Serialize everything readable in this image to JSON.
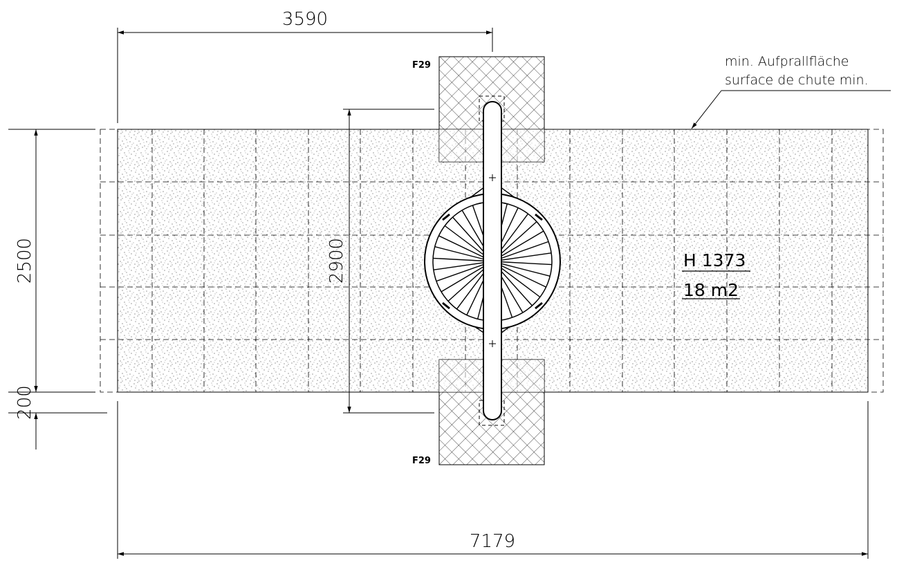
{
  "dimensions": {
    "top_width": "3590",
    "bottom_width": "7179",
    "left_height": "2500",
    "left_offset": "200",
    "inner_height": "2900"
  },
  "callout": {
    "line1": "min. Aufprallfläche",
    "line2": "surface de chute min."
  },
  "foundation_tags": {
    "top": "F29",
    "bottom": "F29"
  },
  "area_label": {
    "height": "H 1373",
    "area": "18 m2"
  },
  "colors": {
    "line": "#000000",
    "background": "#ffffff"
  }
}
